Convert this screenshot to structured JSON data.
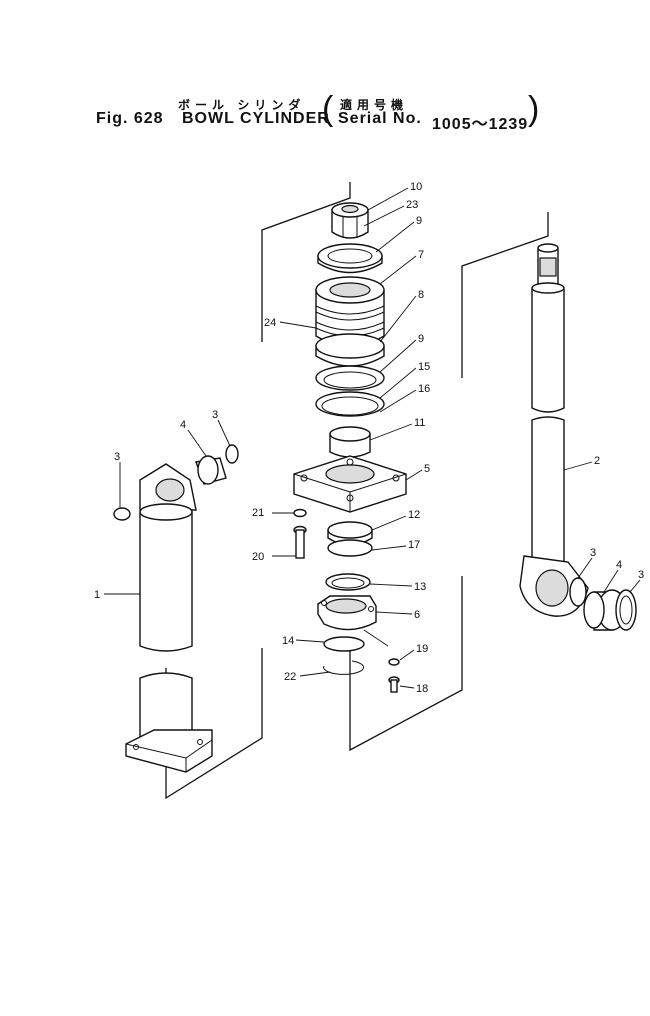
{
  "header": {
    "jp_name": "ボール シリンダ",
    "jp_applicable": "適用号機",
    "fig_label": "Fig. 628",
    "name": "BOWL CYLINDER",
    "serial_label": "Serial No.",
    "serial_range": "1005～1239"
  },
  "callouts": [
    "10",
    "23",
    "9",
    "7",
    "24",
    "8",
    "9",
    "15",
    "16",
    "11",
    "5",
    "21",
    "12",
    "17",
    "20",
    "13",
    "6",
    "14",
    "19",
    "22",
    "18",
    "3",
    "4",
    "3",
    "1",
    "2",
    "3",
    "4",
    "3"
  ]
}
